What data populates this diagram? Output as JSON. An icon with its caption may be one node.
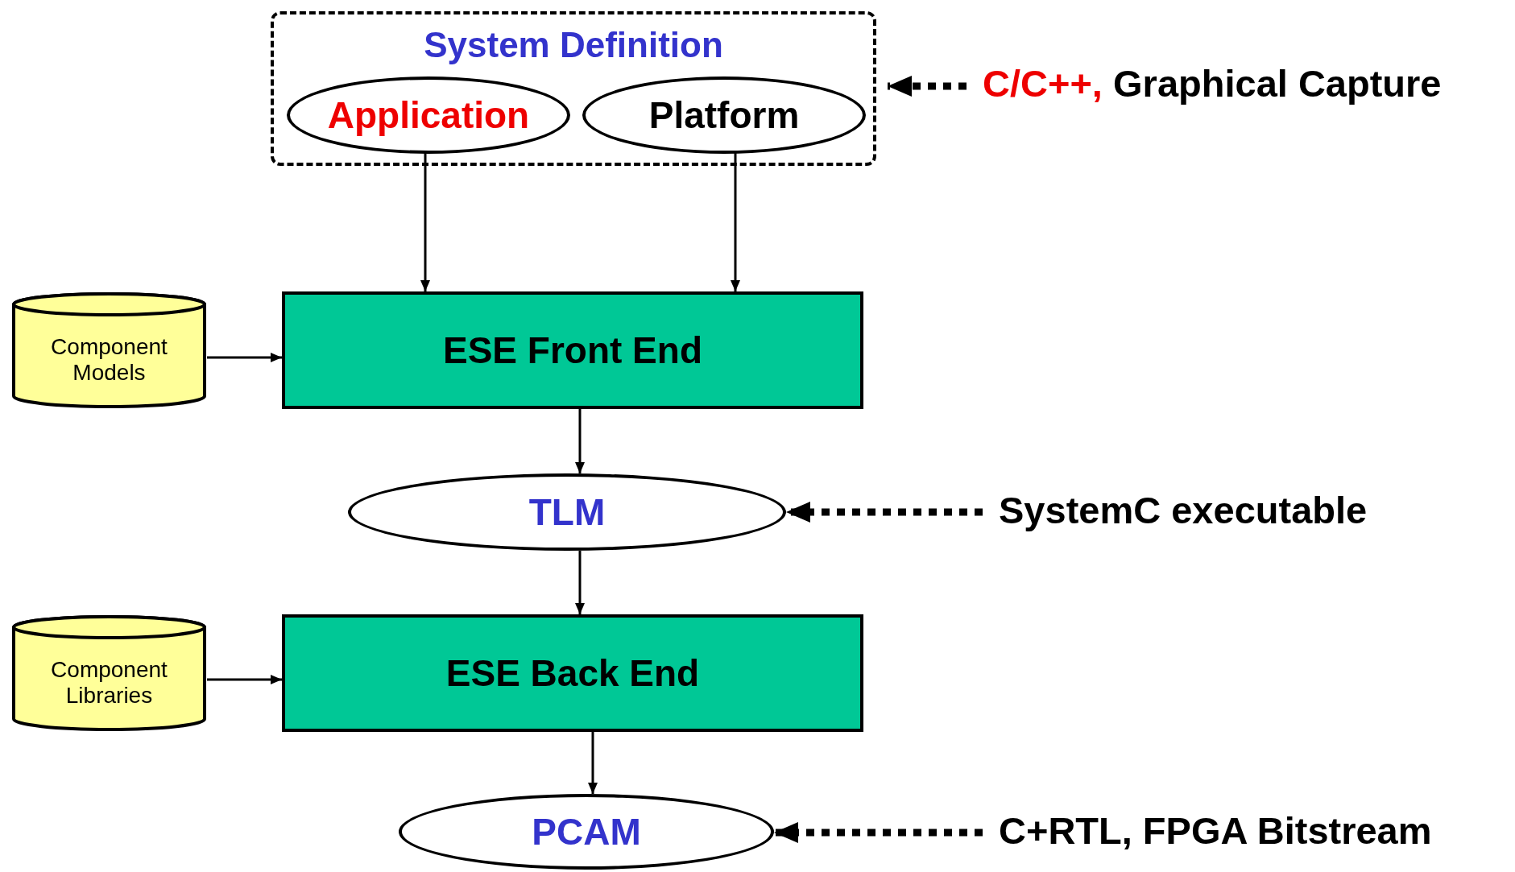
{
  "diagram": {
    "nodes": [
      {
        "text": [
          "System Definition"
        ]
      },
      {
        "text": [
          "Application"
        ],
        "in": 0
      },
      {
        "text": [
          "Platform"
        ],
        "in": 0
      },
      {
        "text": [
          "C/C++,",
          "Graphical Capture"
        ]
      },
      {
        "text": [
          "Component Models"
        ]
      },
      {
        "text": [
          "ESE Front End"
        ]
      },
      {
        "text": [
          "TLM"
        ]
      },
      {
        "text": [
          "SystemC executable"
        ]
      },
      {
        "text": [
          "Component Libraries"
        ]
      },
      {
        "text": [
          "ESE Back End"
        ]
      },
      {
        "text": [
          "PCAM"
        ]
      },
      {
        "text": [
          "C+RTL, FPGA Bitstream"
        ]
      }
    ],
    "edges": [
      {
        "from": 1,
        "to": 5,
        "arrow": "to"
      },
      {
        "from": 2,
        "to": 5,
        "arrow": "to"
      },
      {
        "from": 4,
        "to": 5,
        "arrow": "to"
      },
      {
        "from": 5,
        "to": 6,
        "arrow": "to"
      },
      {
        "from": 6,
        "to": 9,
        "arrow": "to"
      },
      {
        "from": 8,
        "to": 9,
        "arrow": "to"
      },
      {
        "from": 9,
        "to": 10,
        "arrow": "to"
      },
      {
        "from": 3,
        "to": 0,
        "arrow": "to",
        "style": "dashed"
      },
      {
        "from": 7,
        "to": 6,
        "arrow": "to",
        "style": "dashed"
      },
      {
        "from": 11,
        "to": 10,
        "arrow": "to",
        "style": "dashed"
      }
    ]
  }
}
